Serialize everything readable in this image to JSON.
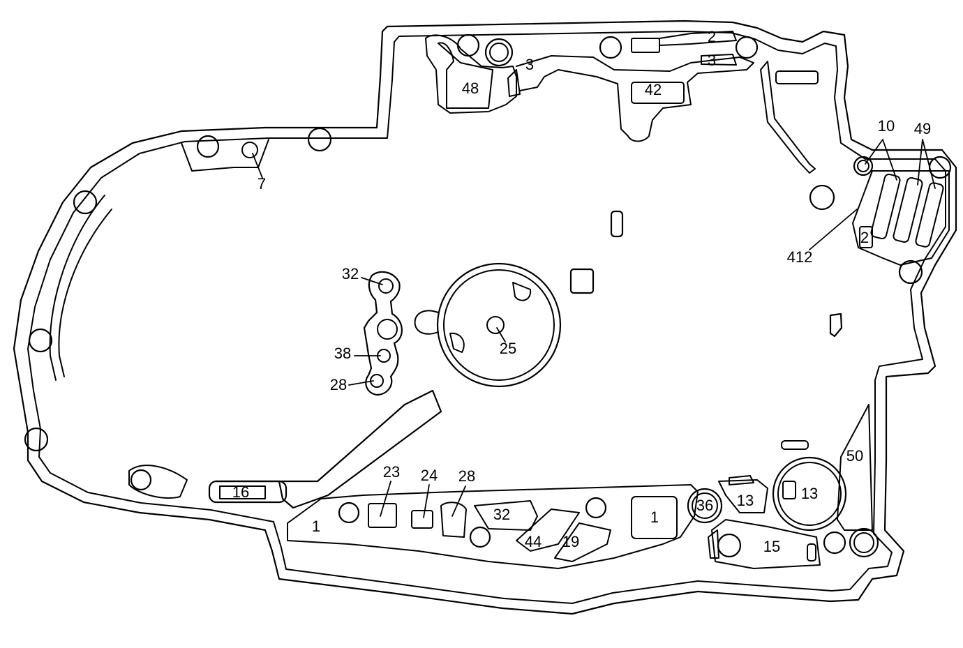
{
  "labels": {
    "l2_top": "2",
    "l3_top": "3",
    "l3_left": "3",
    "l48": "48",
    "l42": "42",
    "l7": "7",
    "l10": "10",
    "l49": "49",
    "l412": "412",
    "l2_right": "2",
    "l32_left": "32",
    "l38": "38",
    "l28_left": "28",
    "l25": "25",
    "l16": "16",
    "l23": "23",
    "l24": "24",
    "l28_bottom": "28",
    "l32_bottom": "32",
    "l44": "44",
    "l19": "19",
    "l1_left": "1",
    "l1_mid": "1",
    "l36": "36",
    "l13_small": "13",
    "l13_big": "13",
    "l15": "15",
    "l50": "50"
  },
  "colors": {
    "line": "#000000",
    "background": "#ffffff"
  }
}
